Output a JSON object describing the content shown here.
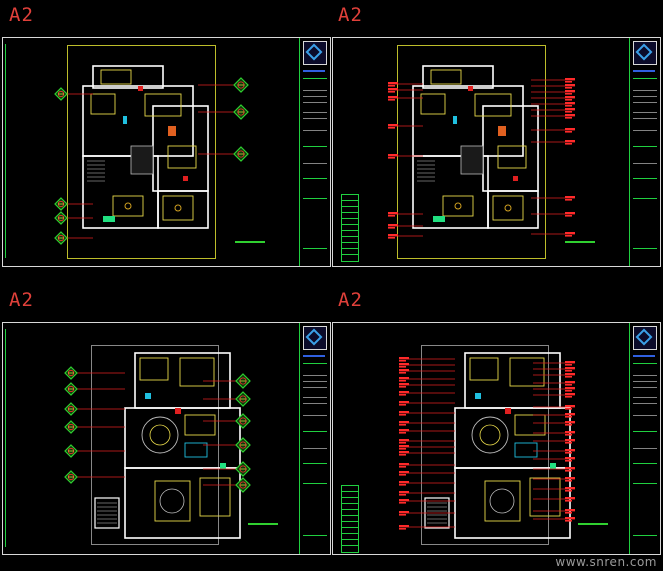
{
  "sheets": [
    {
      "label": "A2",
      "variant": "tags"
    },
    {
      "label": "A2",
      "variant": "notes"
    },
    {
      "label": "A2",
      "variant": "tags"
    },
    {
      "label": "A2",
      "variant": "notes"
    }
  ],
  "watermark": "www.snren.com",
  "colors": {
    "frame": "#d8d8d8",
    "titleblock": "#20d040",
    "plan": "#e8d94a",
    "walls": "#ffffff",
    "leader": "#e02020",
    "tag": "#30d030",
    "label": "#ff2a2a",
    "accent_blue": "#3aa0e8"
  }
}
